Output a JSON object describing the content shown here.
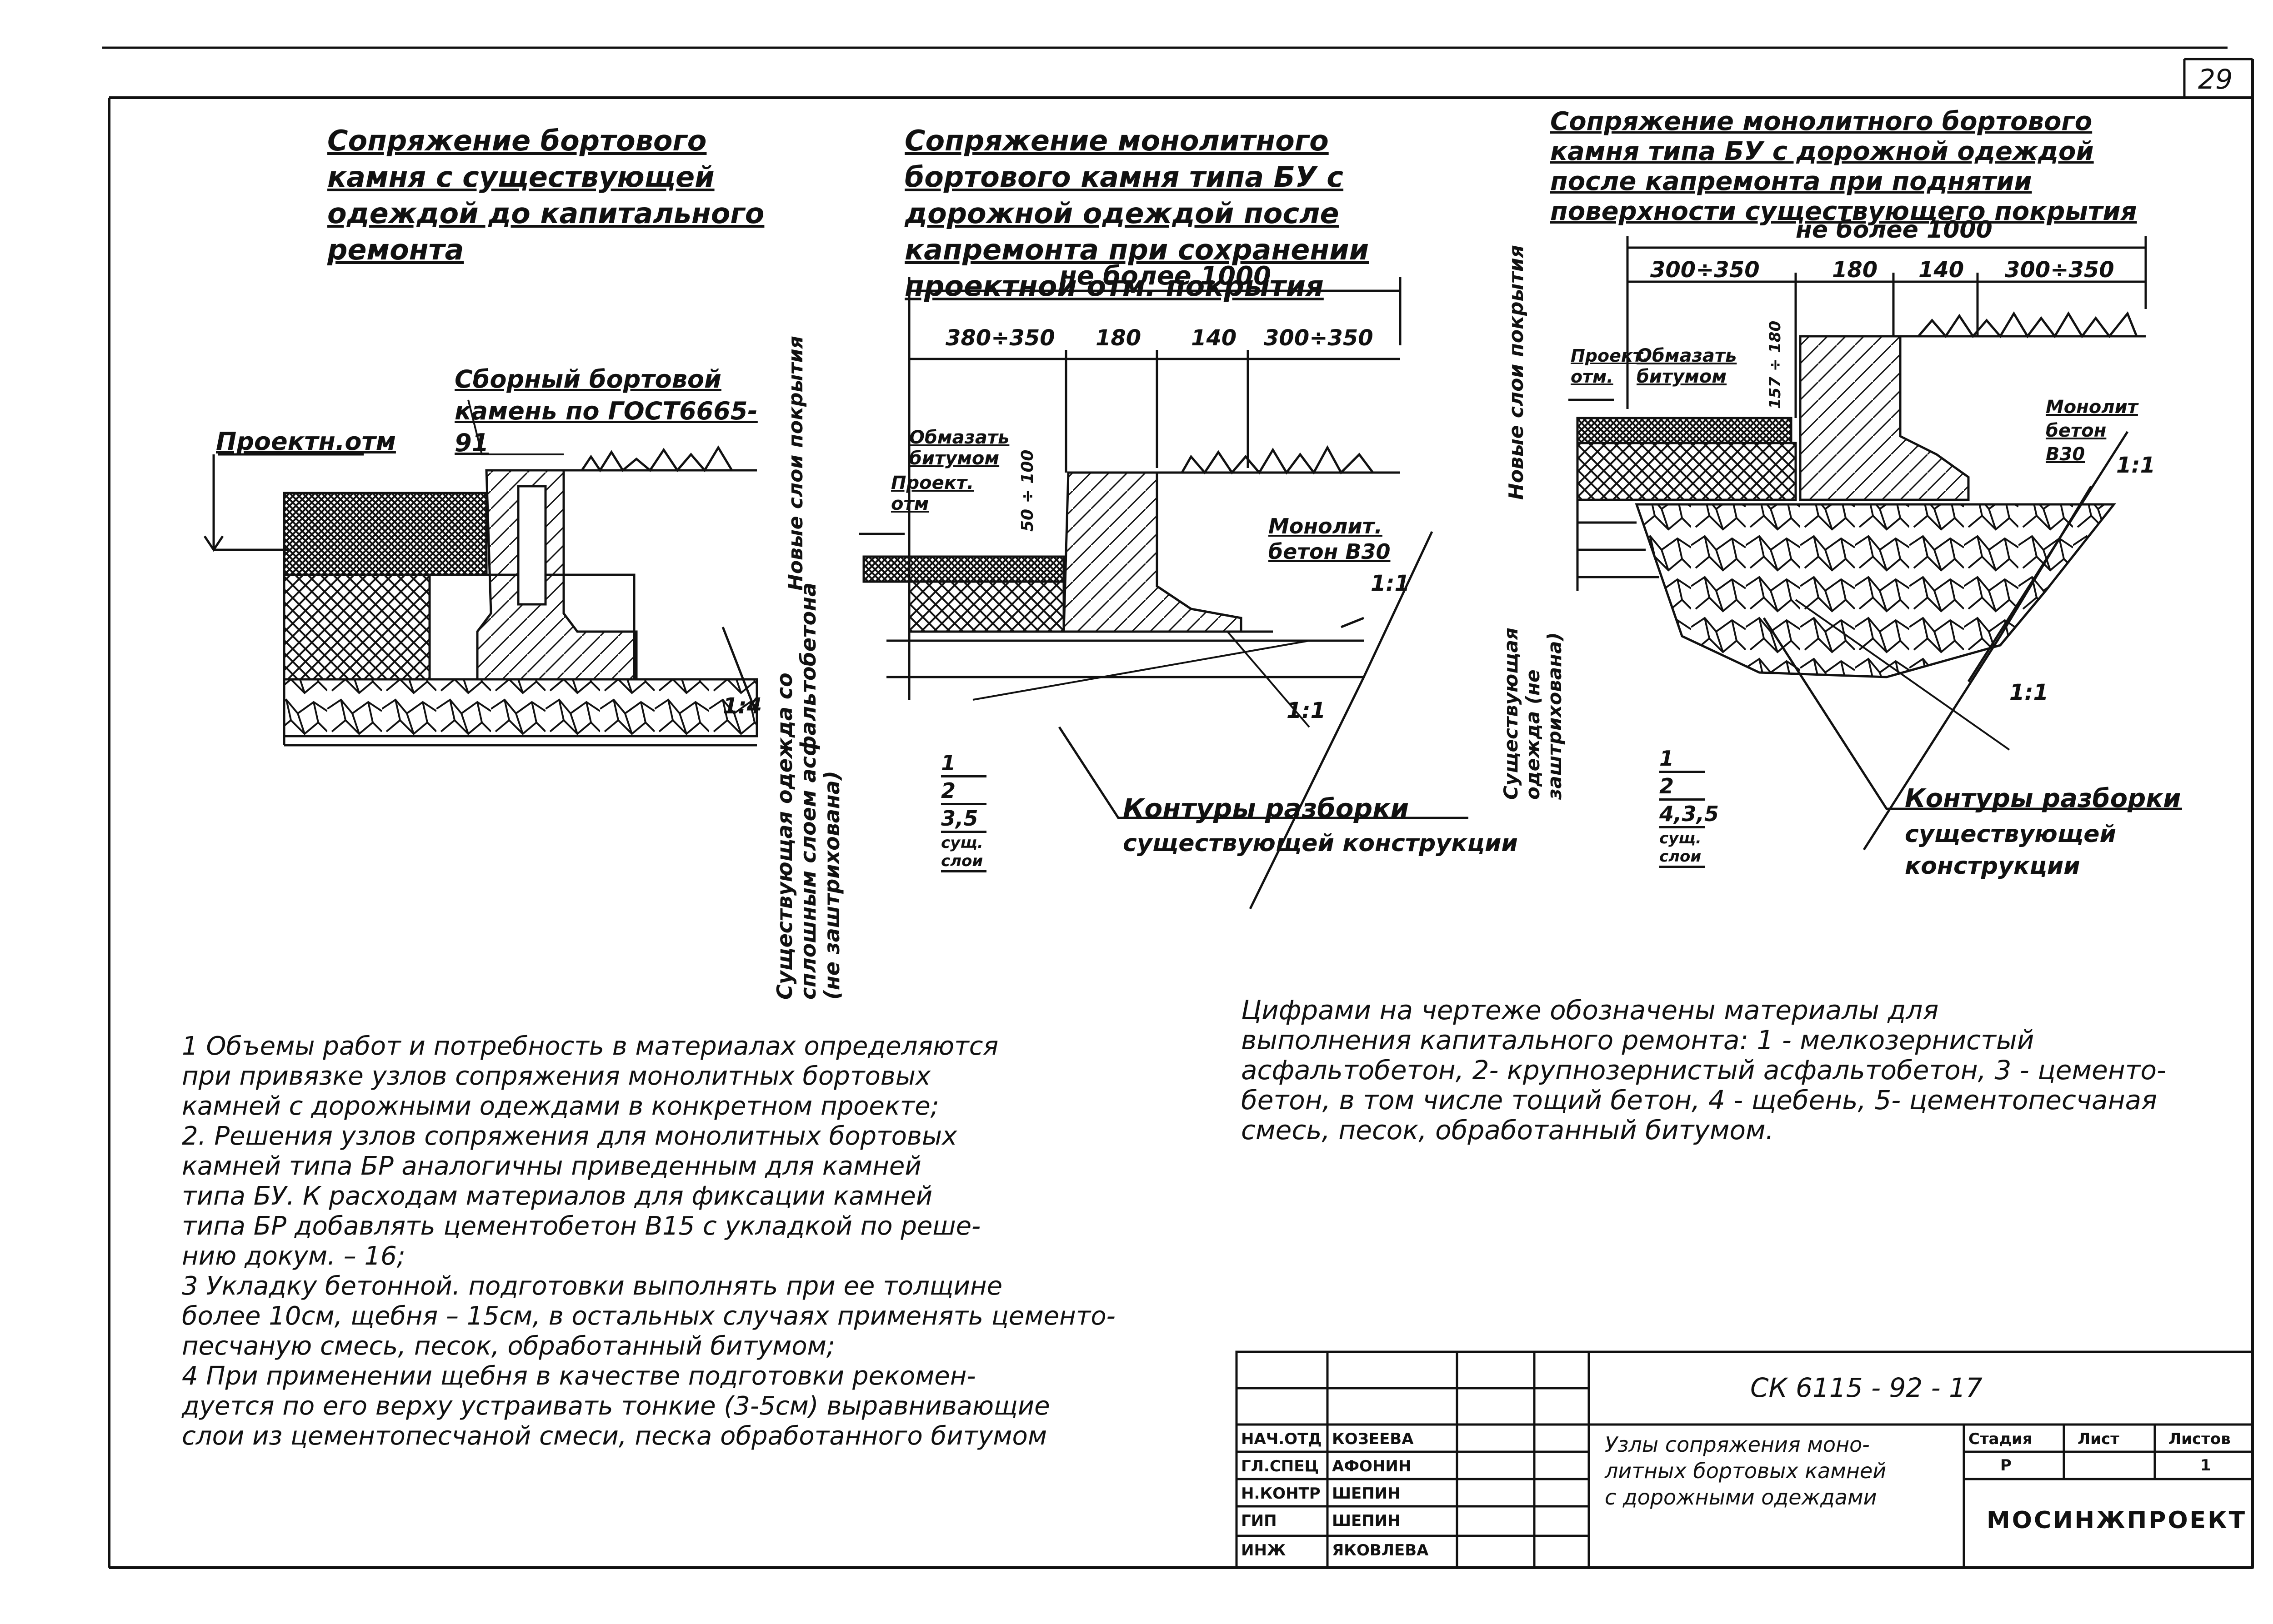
{
  "sheet": {
    "number": "29"
  },
  "sections": [
    {
      "title": "Сопряжение бортового камня с существующей одеждой до капитального ремонта",
      "labels": {
        "stone": "Сборный бортовой камень по ГОСТ6665-91",
        "proj_level": "Проектн.отм"
      },
      "vertical_label": "Существующая одежда со сплошным слоем асфальтобетона (не заштрихована)",
      "slope": "1:4"
    },
    {
      "title": "Сопряжение монолитного бортового камня типа БУ с дорожной одеждой после капремонта при сохранении проектной отм. покрытия",
      "overall_dim": "не более 1000",
      "dims": [
        "380÷350",
        "180",
        "140",
        "300÷350"
      ],
      "labels": {
        "bitumen": "Обмазать битумом",
        "proj_level": "Проект. отм",
        "concrete": "Монолит. бетон В30",
        "side_dims": "50 ÷ 100"
      },
      "vertical_label": "Новые слои покрытия",
      "slopes": [
        "1:1",
        "1:1"
      ],
      "layers": [
        "1",
        "2",
        "3,5",
        "сущ. слои"
      ],
      "contour": [
        "Контуры разборки",
        "существующей конструкции"
      ]
    },
    {
      "title": "Сопряжение монолитного бортового камня типа БУ с дорожной одеждой после капремонта при поднятии поверхности существующего покрытия",
      "overall_dim": "не более 1000",
      "dims": [
        "300÷350",
        "180",
        "140",
        "300÷350"
      ],
      "labels": {
        "bitumen": "Обмазать битумом",
        "proj_level": "Проект. отм.",
        "concrete": "Монолит бетон В30",
        "side_dims": "157 ÷ 180"
      },
      "vertical_label_top": "Новые слои покрытия",
      "vertical_label_bottom": "Существующая одежда (не заштрихована)",
      "slopes": [
        "1:1",
        "1:1"
      ],
      "layers": [
        "1",
        "2",
        "4,3,5",
        "сущ. слои"
      ],
      "contour": [
        "Контуры разборки",
        "существующей",
        "конструкции"
      ]
    }
  ],
  "notes": "1 Объемы работ и потребность в материалах определяются\n   при привязке узлов сопряжения монолитных бортовых\n   камней с дорожными одеждами в конкретном проекте;\n2. Решения узлов сопряжения для монолитных бортовых\n   камней типа БР аналогичны приведенным для камней\n   типа БУ. К расходам материалов для фиксации камней\n   типа БР добавлять цементобетон В15 с укладкой по реше-\n   нию докум. – 16;\n3 Укладку бетонной. подготовки выполнять при ее толщине\n   более 10см, щебня – 15см, в остальных случаях применять цементо-\n   песчаную смесь, песок, обработанный битумом;\n4 При применении щебня в качестве подготовки рекомен-\n   дуется по его верху устраивать тонкие (3-5см) выравнивающие\n   слои из цементопесчаной смеси, песка обработанного битумом",
  "legend": "Цифрами на чертеже обозначены материалы для\nвыполнения капитального ремонта: 1 - мелкозернистый\nасфальтобетон, 2- крупнозернистый асфальтобетон, 3 - цементо-\nбетон, в том числе тощий бетон, 4 - щебень, 5- цементопесчаная\nсмесь, песок, обработанный битумом.",
  "title_block": {
    "code": "СК 6115 - 92 - 17",
    "title": "Узлы сопряжения моно-\nлитных бортовых камней\nс дорожными одеждами",
    "headers": [
      "Стадия",
      "Лист",
      "Листов"
    ],
    "values": [
      "Р",
      "",
      "1"
    ],
    "org": "МОСИНЖПРОЕКТ",
    "signers": [
      {
        "role": "НАЧ.ОТД",
        "name": "КОЗЕЕВА"
      },
      {
        "role": "ГЛ.СПЕЦ",
        "name": "АФОНИН"
      },
      {
        "role": "Н.КОНТР",
        "name": "ШЕПИН"
      },
      {
        "role": "ГИП",
        "name": "ШЕПИН"
      },
      {
        "role": "ИНЖ",
        "name": "ЯКОВЛЕВА"
      }
    ]
  }
}
